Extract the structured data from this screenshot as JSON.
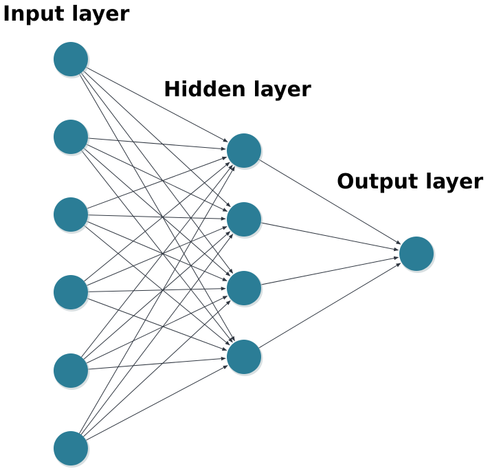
{
  "layers": {
    "input": {
      "label": "Input layer",
      "neuron_count": 6
    },
    "hidden": {
      "label": "Hidden layer",
      "neuron_count": 4
    },
    "output": {
      "label": "Output layer",
      "neuron_count": 1
    }
  },
  "connectivity": "fully-connected",
  "colors": {
    "neuron_fill": "#2b7d96",
    "neuron_shadow": "#b8c4c8",
    "connection": "#2f3640",
    "label": "#000000"
  }
}
